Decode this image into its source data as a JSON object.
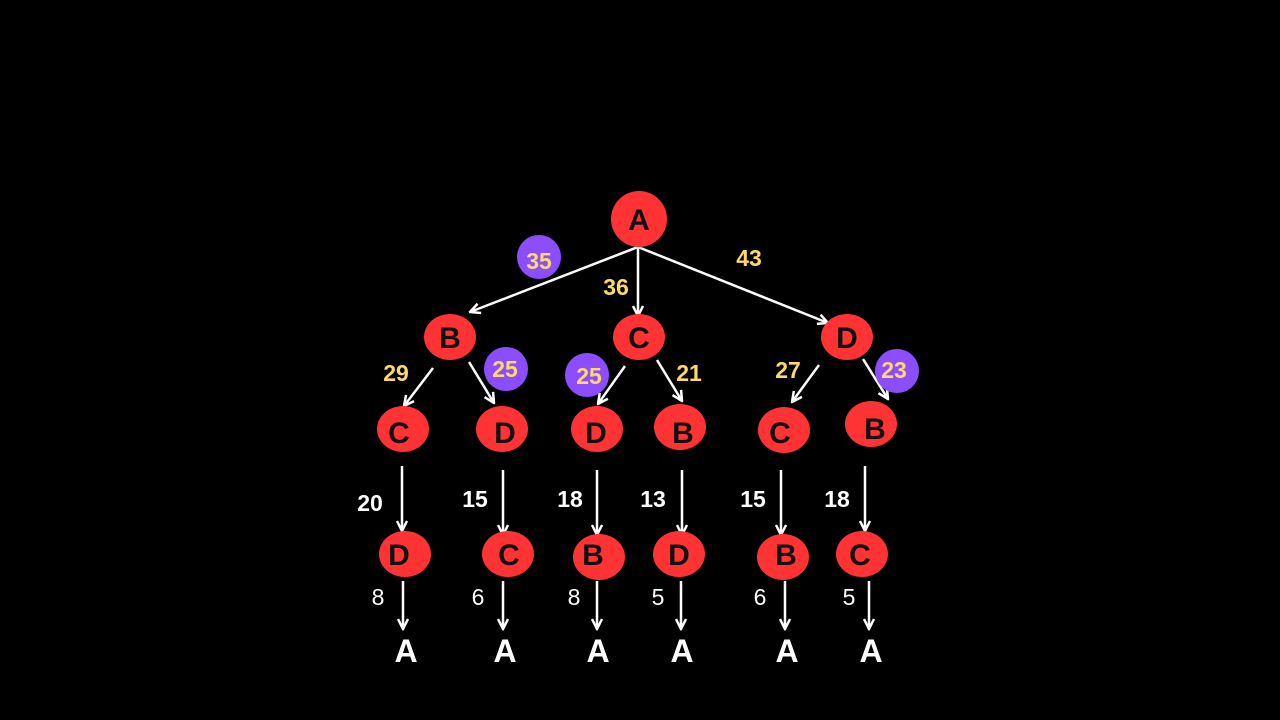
{
  "colors": {
    "background": "#000000",
    "node_fill": "#ff3333",
    "node_text": "#111111",
    "edge": "#ffffff",
    "level1_weight": "#ffd966",
    "badge_fill": "#8c4dff",
    "badge_text": "#ffd966"
  },
  "tree": {
    "root": "A",
    "level1": [
      {
        "label": "B",
        "edge_weight": ""
      },
      {
        "label": "C",
        "edge_weight": "36"
      },
      {
        "label": "D",
        "edge_weight": "43"
      }
    ],
    "level2": [
      {
        "label": "C",
        "edge_weight": "29"
      },
      {
        "label": "D",
        "edge_weight": ""
      },
      {
        "label": "D",
        "edge_weight": ""
      },
      {
        "label": "B",
        "edge_weight": "21"
      },
      {
        "label": "C",
        "edge_weight": "27"
      },
      {
        "label": "B",
        "edge_weight": ""
      }
    ],
    "level3": [
      {
        "label": "D",
        "edge_weight": "20"
      },
      {
        "label": "C",
        "edge_weight": "15"
      },
      {
        "label": "B",
        "edge_weight": "18"
      },
      {
        "label": "D",
        "edge_weight": "13"
      },
      {
        "label": "B",
        "edge_weight": "15"
      },
      {
        "label": "C",
        "edge_weight": "18"
      }
    ],
    "leaves": [
      {
        "label": "A",
        "edge_weight": "8"
      },
      {
        "label": "A",
        "edge_weight": "6"
      },
      {
        "label": "A",
        "edge_weight": "8"
      },
      {
        "label": "A",
        "edge_weight": "5"
      },
      {
        "label": "A",
        "edge_weight": "6"
      },
      {
        "label": "A",
        "edge_weight": "5"
      }
    ]
  },
  "badges": [
    "35",
    "25",
    "25",
    "23"
  ]
}
